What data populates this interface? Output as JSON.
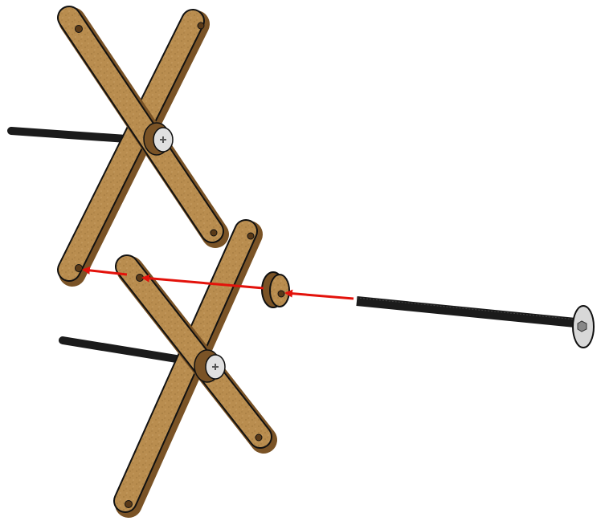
{
  "diagram": {
    "kind": "exploded-assembly",
    "parts": {
      "link_arms": "wooden-link",
      "spacer": "wooden-spacer",
      "long_bolt": "machine-screw",
      "pivot_screws": "pivot-screw",
      "threaded_rods": "threaded-rod"
    },
    "assembly_arrow": {
      "color": "#e3120b",
      "direction": "right-to-left"
    },
    "colors": {
      "wood_fill": "#b98d4f",
      "wood_edge": "#7a5326",
      "outline": "#111111",
      "rod": "#1b1b1b",
      "screw_head": "#d8d8d8"
    }
  }
}
